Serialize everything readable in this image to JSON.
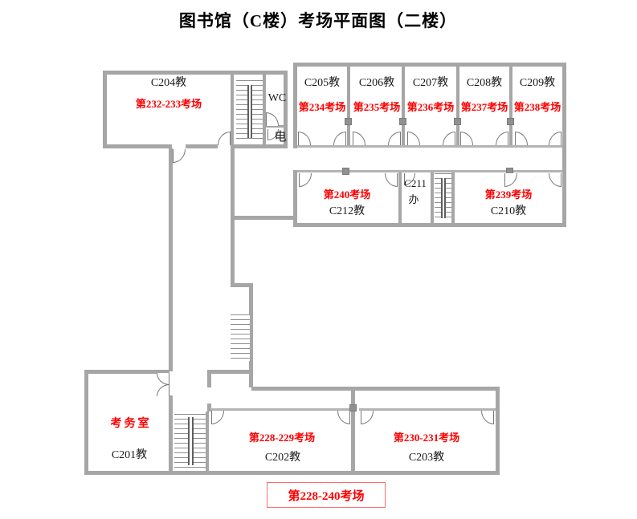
{
  "title": "图书馆（C楼）考场平面图（二楼）",
  "rooms": {
    "c201": {
      "name": "C201教",
      "office": "考务室"
    },
    "c202": {
      "name": "C202教",
      "exam": "第228-229考场"
    },
    "c203": {
      "name": "C203教",
      "exam": "第230-231考场"
    },
    "c204": {
      "name": "C204教",
      "exam": "第232-233考场"
    },
    "c205": {
      "name": "C205教",
      "exam": "第234考场"
    },
    "c206": {
      "name": "C206教",
      "exam": "第235考场"
    },
    "c207": {
      "name": "C207教",
      "exam": "第236考场"
    },
    "c208": {
      "name": "C208教",
      "exam": "第237考场"
    },
    "c209": {
      "name": "C209教",
      "exam": "第238考场"
    },
    "c210": {
      "name": "C210教",
      "exam": "第239考场"
    },
    "c211": {
      "name": "C211",
      "type": "办"
    },
    "c212": {
      "name": "C212教",
      "exam": "第240考场"
    }
  },
  "labels": {
    "wc": "WC",
    "electric": "电",
    "summary": "第228-240考场"
  },
  "colors": {
    "wall": "#a6a6a6",
    "thin_wall": "#b3b3b3",
    "exam_text": "#ff0000",
    "room_text": "#1a1a1a",
    "summary_border": "#ff6b6b",
    "column": "#909090"
  }
}
